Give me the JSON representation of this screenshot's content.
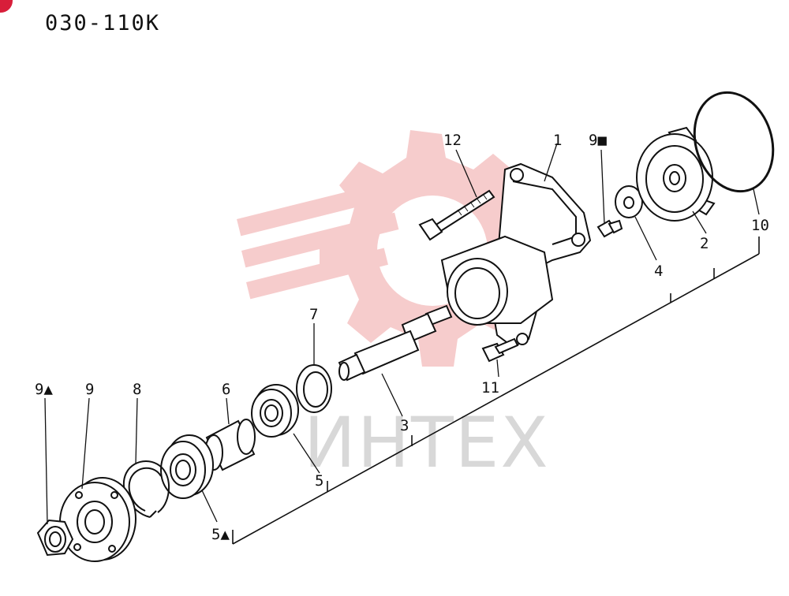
{
  "diagram": {
    "code": "030-110K",
    "watermark_text": "ИНТЕХ",
    "colors": {
      "ink": "#111111",
      "watermark": "#f6cccc",
      "accent": "#d81e3a"
    },
    "callouts": [
      {
        "id": "c1",
        "text": "1"
      },
      {
        "id": "c2",
        "text": "2"
      },
      {
        "id": "c3",
        "text": "3"
      },
      {
        "id": "c4",
        "text": "4"
      },
      {
        "id": "c5",
        "text": "5"
      },
      {
        "id": "c5a",
        "text": "5▲"
      },
      {
        "id": "c6",
        "text": "6"
      },
      {
        "id": "c7",
        "text": "7"
      },
      {
        "id": "c8",
        "text": "8"
      },
      {
        "id": "c9",
        "text": "9"
      },
      {
        "id": "c9a",
        "text": "9▲"
      },
      {
        "id": "c9b",
        "text": "9■"
      },
      {
        "id": "c10",
        "text": "10"
      },
      {
        "id": "c11",
        "text": "11"
      },
      {
        "id": "c12",
        "text": "12"
      }
    ]
  }
}
